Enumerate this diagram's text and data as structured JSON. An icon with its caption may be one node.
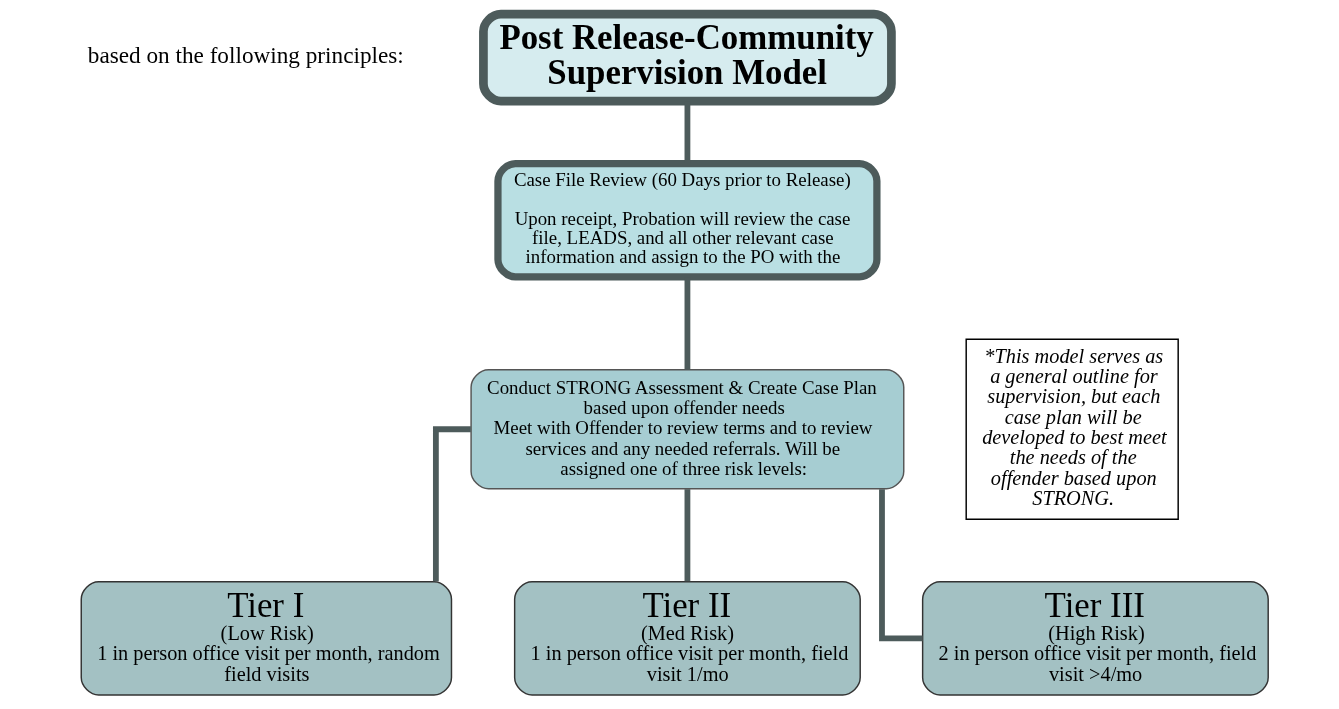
{
  "diagram": {
    "nodes": [
      {
        "text": [
          "Post Release-Community Supervision Model"
        ]
      },
      {
        "text": [
          "Case File Review (60 Days prior to Release)",
          "Upon receipt, Probation will review the case file, LEADS, and all other relevant case information and assign to the PO with the"
        ]
      },
      {
        "text": [
          "Conduct STRONG Assessment & Create Case Plan based upon offender needs",
          "Meet with Offender to review terms and to review services and any needed referrals. Will be assigned one of three risk levels:"
        ]
      },
      {
        "text": [
          "Tier I",
          "(Low Risk)",
          "1 in person office visit per month, random field visits"
        ]
      },
      {
        "text": [
          "Tier II",
          "(Med Risk)",
          "1 in person office visit per month, field visit 1/mo"
        ]
      },
      {
        "text": [
          "Tier III",
          "(High Risk)",
          "2 in person office visit per month, field visit >4/mo"
        ]
      },
      {
        "text": [
          "*This model serves as a general outline for supervision, but each case plan will be developed to best meet the needs of the offender based upon STRONG."
        ]
      }
    ],
    "edges": [
      {
        "from": 0,
        "to": 1,
        "arrow": "none"
      },
      {
        "from": 1,
        "to": 2,
        "arrow": "none"
      },
      {
        "from": 2,
        "to": 3,
        "arrow": "none"
      },
      {
        "from": 2,
        "to": 4,
        "arrow": "none"
      },
      {
        "from": 2,
        "to": 5,
        "arrow": "none"
      }
    ],
    "labels": [
      "based on the following principles:"
    ]
  }
}
